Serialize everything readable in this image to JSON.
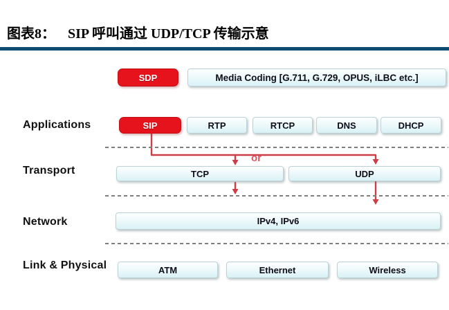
{
  "header": {
    "figure_label": "图表8：",
    "title": "SIP 呼叫通过 UDP/TCP 传输示意"
  },
  "colors": {
    "accent_red": "#e6131c",
    "navy_rule": "#0e4a70",
    "connector_red": "#cc3e47",
    "box_fill_bottom": "#d9f2f6"
  },
  "stack": {
    "top_row": {
      "sdp": "SDP",
      "media_coding": "Media Coding [G.711, G.729, OPUS, iLBC etc.]"
    },
    "applications": {
      "label": "Applications",
      "sip": "SIP",
      "protocols": [
        "RTP",
        "RTCP",
        "DNS",
        "DHCP"
      ]
    },
    "transport": {
      "label": "Transport",
      "tcp": "TCP",
      "udp": "UDP",
      "or_label": "or"
    },
    "network": {
      "label": "Network",
      "protocols_box": "IPv4, IPv6"
    },
    "link_physical": {
      "label": "Link & Physical",
      "protocols": [
        "ATM",
        "Ethernet",
        "Wireless"
      ]
    }
  }
}
